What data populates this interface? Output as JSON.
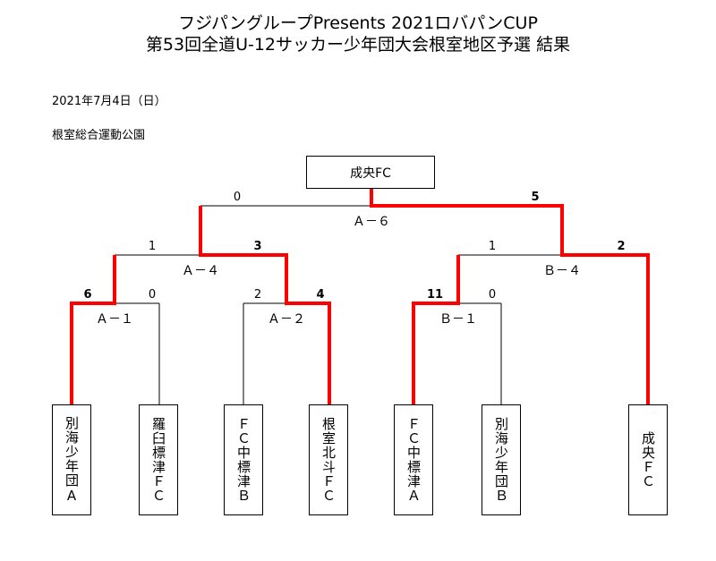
{
  "title_line1": "フジパングループPresents 2021ロバパンCUP",
  "title_line2": "第53回全道U-12サッカー少年団大会根室地区予選 結果",
  "date": "2021年7月4日（日）",
  "venue": "根室総合運動公園",
  "champion": "成央FC",
  "teams": [
    {
      "name": "別海少年団A"
    },
    {
      "name": "羅臼標津ＦＣ"
    },
    {
      "name": "ＦＣ中標津Ｂ"
    },
    {
      "name": "根室北斗ＦＣ"
    },
    {
      "name": "ＦＣ中標津Ａ"
    },
    {
      "name": "別海少年団Ｂ"
    },
    {
      "name": "成央ＦＣ"
    }
  ],
  "matches": {
    "A1": {
      "label": "Ａ－１",
      "left_score": "6",
      "right_score": "0"
    },
    "A2": {
      "label": "Ａ－２",
      "left_score": "2",
      "right_score": "4"
    },
    "B1": {
      "label": "Ｂ－１",
      "left_score": "11",
      "right_score": "0"
    },
    "A4": {
      "label": "Ａ－４",
      "left_score": "1",
      "right_score": "3"
    },
    "B4": {
      "label": "Ｂ－４",
      "left_score": "1",
      "right_score": "2"
    },
    "A6": {
      "label": "Ａ－６",
      "left_score": "0",
      "right_score": "5"
    }
  },
  "colors": {
    "winner_line": "#ff0000",
    "line": "#000000"
  }
}
